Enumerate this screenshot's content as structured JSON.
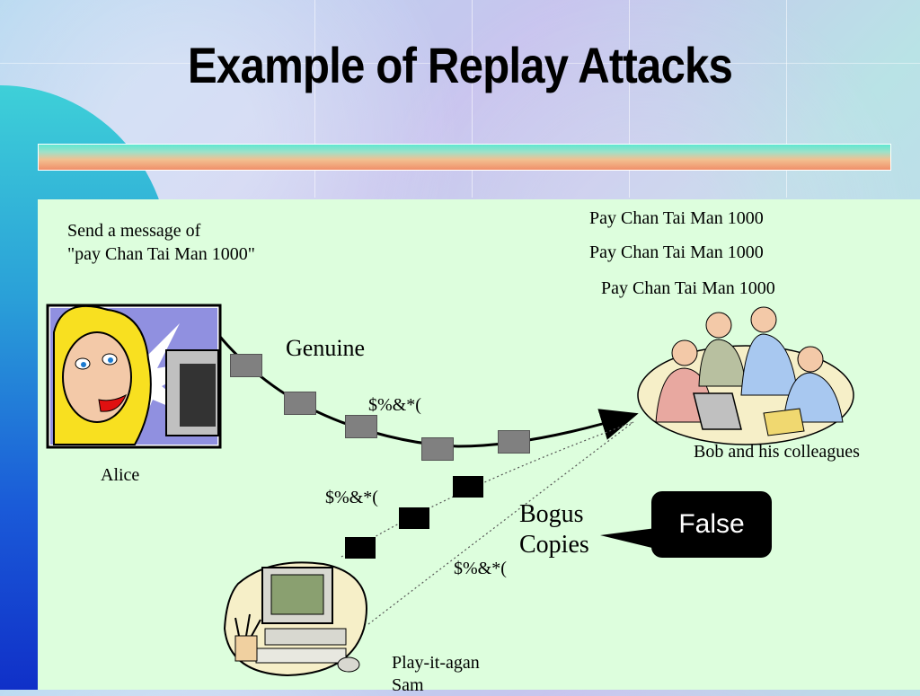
{
  "title": "Example of Replay Attacks",
  "alice": {
    "message_line1": "Send a message of",
    "message_line2": "\"pay Chan Tai Man 1000\"",
    "label": "Alice"
  },
  "bob": {
    "received": [
      "Pay Chan Tai Man 1000",
      "Pay Chan Tai Man 1000",
      "Pay Chan Tai Man 1000"
    ],
    "label": "Bob and his colleagues"
  },
  "genuine_label": "Genuine",
  "encrypted_labels": [
    "$%&*(",
    "$%&*(",
    "$%&*("
  ],
  "bogus_line1": "Bogus",
  "bogus_line2": "Copies",
  "false_label": "False",
  "attacker": {
    "label_line1": "Play-it-agan",
    "label_line2": "Sam"
  },
  "colors": {
    "content_bg": "#ddfedd",
    "genuine_packet": "#808080",
    "bogus_packet": "#000000"
  }
}
